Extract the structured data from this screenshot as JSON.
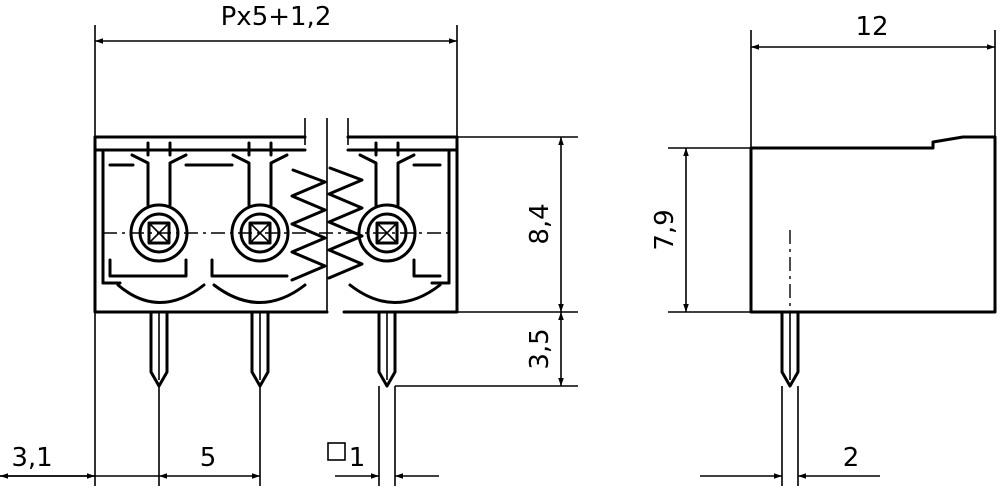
{
  "dimensions": {
    "pitch_total": "Px5+1,2",
    "side_width": "12",
    "body_height": "8,4",
    "side_height": "7,9",
    "pin_length": "3,5",
    "edge_offset": "3,1",
    "pitch": "5",
    "pin_square": "1",
    "pin_offset": "2"
  }
}
